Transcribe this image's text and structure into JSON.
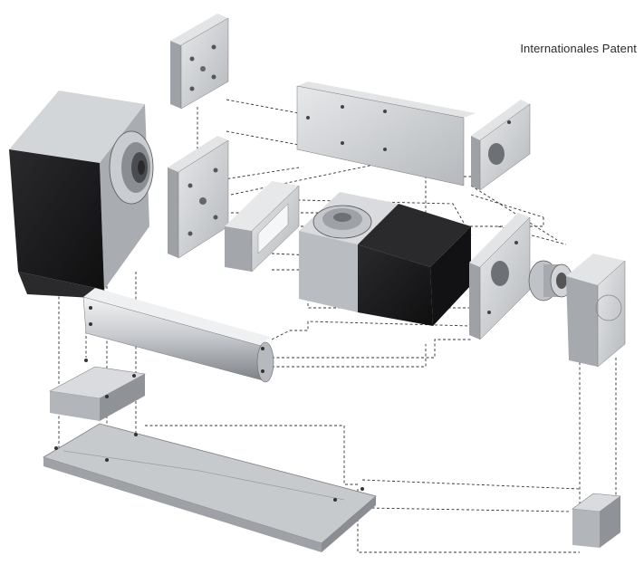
{
  "caption": "Internationales Patent",
  "colors": {
    "background": "#ffffff",
    "motor_dark": "#1c1c1e",
    "metal_light": "#d7d9dc",
    "metal_mid": "#b9bcc0",
    "metal_shadow": "#8e9196",
    "guide_line": "#333333"
  },
  "components": [
    "servo-motor",
    "motor-adapter-plate",
    "top-mounting-plate",
    "center-flange-plate",
    "coupling-housing",
    "rotary-indexing-table",
    "long-side-bracket",
    "right-end-bracket",
    "cylindrical-cross-beam",
    "right-flange-block",
    "shaft-coupling",
    "right-gear-housing",
    "left-foot-block",
    "base-plate",
    "right-foot-block"
  ]
}
